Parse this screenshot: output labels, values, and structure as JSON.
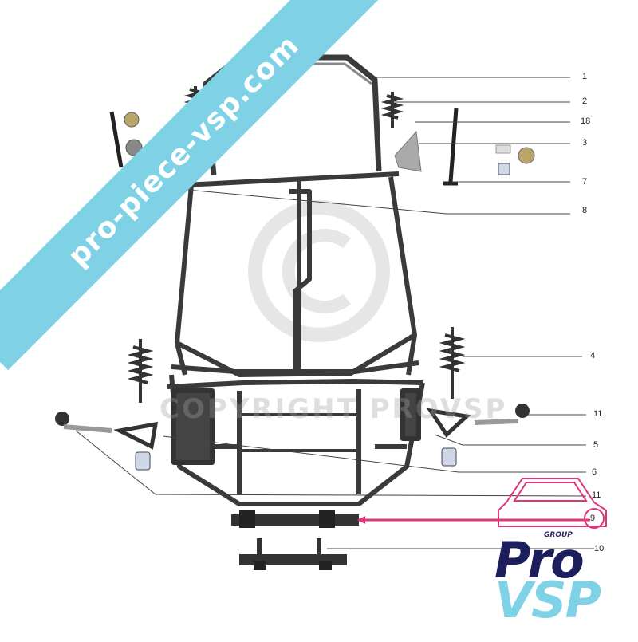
{
  "banner": {
    "text": "pro-piece-vsp.com"
  },
  "watermark": {
    "text": "COPYRIGHT PROVSP"
  },
  "callouts": [
    {
      "label": "1"
    },
    {
      "label": "2"
    },
    {
      "label": "18"
    },
    {
      "label": "3"
    },
    {
      "label": "7"
    },
    {
      "label": "8"
    },
    {
      "label": "4"
    },
    {
      "label": "11"
    },
    {
      "label": "5"
    },
    {
      "label": "6"
    },
    {
      "label": "11"
    },
    {
      "label": "9"
    },
    {
      "label": "10"
    }
  ],
  "logo": {
    "group": "GROUP",
    "pro": "Pro",
    "vsp": "VSP"
  },
  "colors": {
    "banner": "#7fd2e6",
    "logo_navy": "#1c1f5c",
    "logo_cyan": "#7fd2e6",
    "accent_pink": "#e0357a"
  }
}
